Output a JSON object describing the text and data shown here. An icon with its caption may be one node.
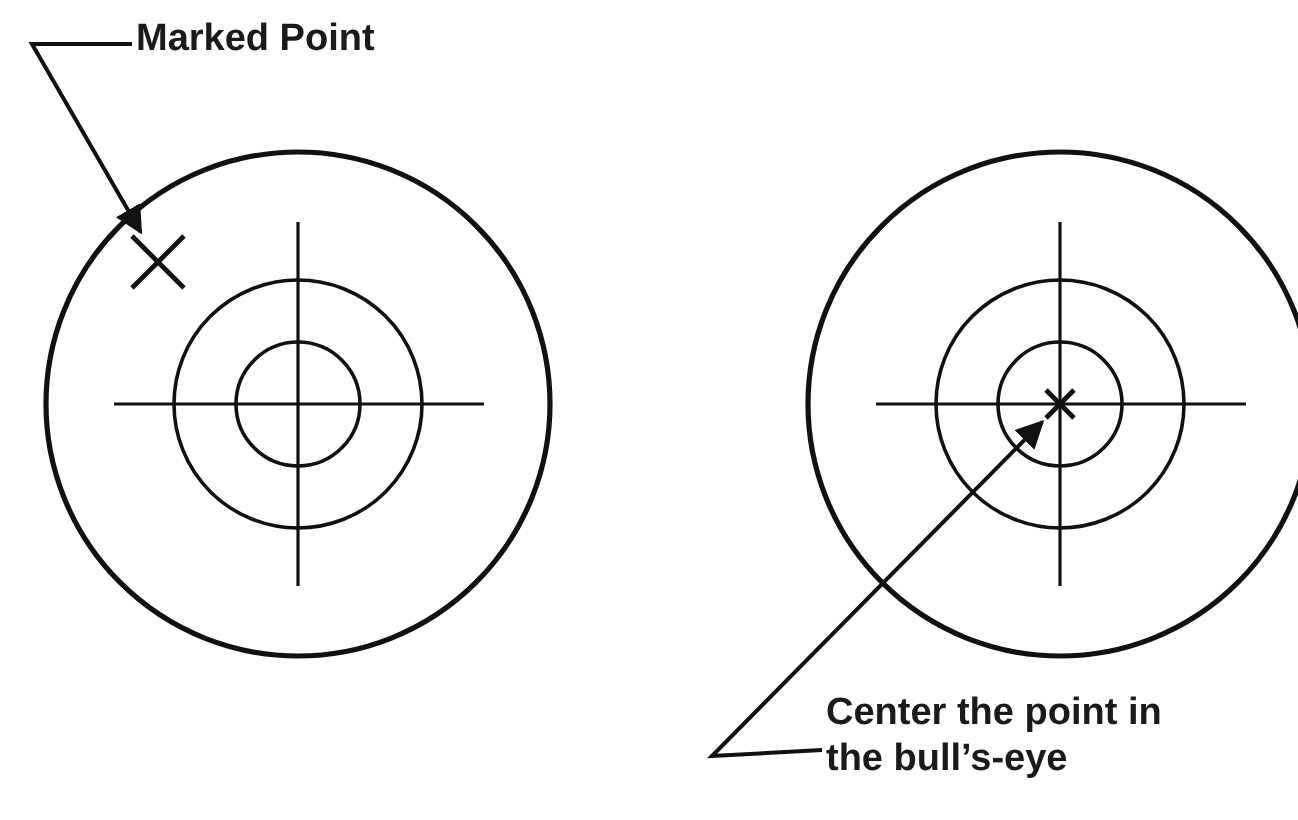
{
  "diagram": {
    "nodes": [
      {
        "text": [
          "Marked Point"
        ]
      },
      {
        "text": [],
        "shape": "cross"
      },
      {
        "text": [
          "Center the point in the bull’s-eye"
        ]
      },
      {
        "text": [],
        "shape": "cross"
      }
    ],
    "edges": [
      {
        "from": 0,
        "to": 1,
        "arrow": "to"
      },
      {
        "from": 2,
        "to": 3,
        "arrow": "to"
      }
    ]
  }
}
